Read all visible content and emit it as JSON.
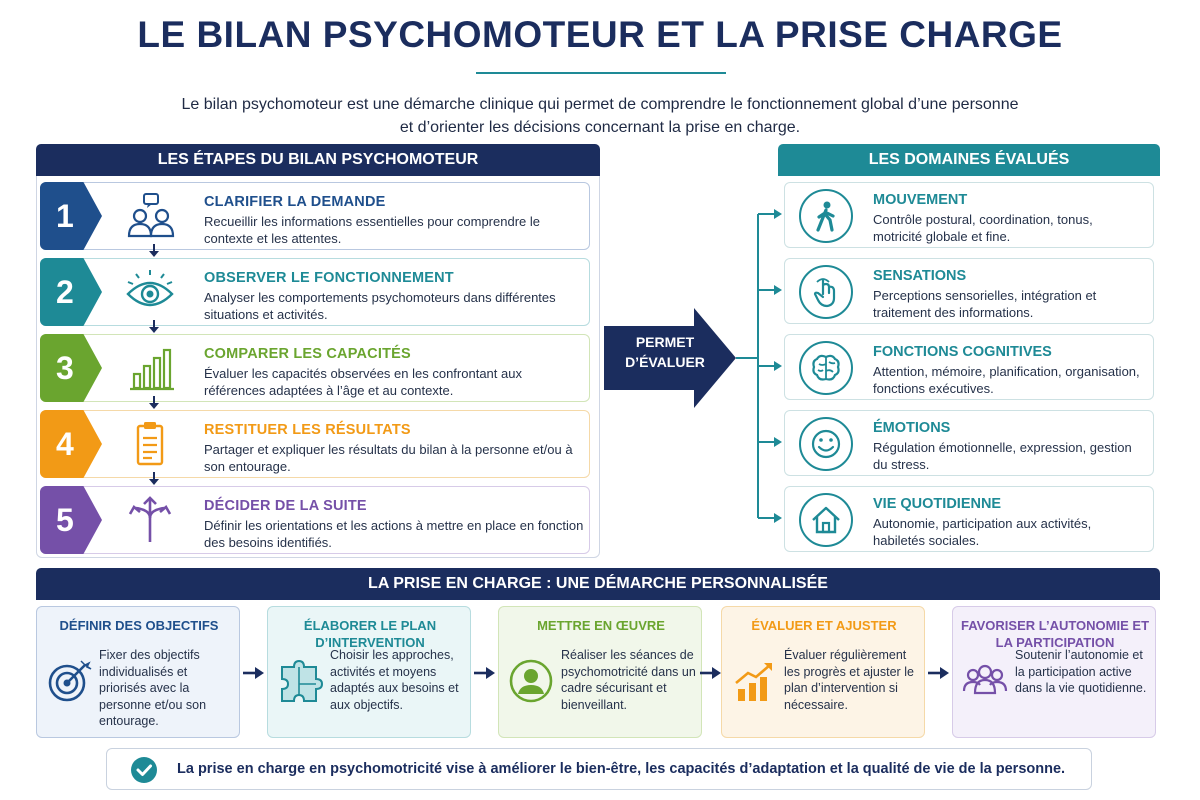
{
  "title": "LE BILAN PSYCHOMOTEUR ET LA PRISE  CHARGE",
  "intro": {
    "line1": "Le bilan psychomoteur est une démarche clinique qui permet de comprendre le fonctionnement global d’une personne",
    "line2": "et d’orienter les décisions concernant la prise en charge."
  },
  "colors": {
    "navy": "#1b2d5e",
    "teal": "#1e8a96",
    "blue": "#1f4f8c",
    "green": "#6aa52f",
    "orange": "#f29a16",
    "purple": "#7550a8"
  },
  "steps_panel": {
    "header": "LES ÉTAPES DU BILAN PSYCHOMOTEUR",
    "steps": [
      {
        "number": "1",
        "title": "CLARIFIER LA DEMANDE",
        "desc": "Recueillir les informations essentielles pour comprendre le contexte et les attentes.",
        "icon": "people-chat-icon"
      },
      {
        "number": "2",
        "title": "OBSERVER LE FONCTIONNEMENT",
        "desc": "Analyser les comportements psychomoteurs dans différentes situations et activités.",
        "icon": "eye-icon"
      },
      {
        "number": "3",
        "title": "COMPARER LES CAPACITÉS",
        "desc": "Évaluer les capacités observées en les confrontant aux références adaptées à l’âge et au contexte.",
        "icon": "bar-chart-icon"
      },
      {
        "number": "4",
        "title": "RESTITUER LES RÉSULTATS",
        "desc": "Partager et expliquer les résultats du bilan à la personne et/ou à son entourage.",
        "icon": "clipboard-icon"
      },
      {
        "number": "5",
        "title": "DÉCIDER DE LA SUITE",
        "desc": "Définir les orientations et les actions à mettre en place en fonction des besoins identifiés.",
        "icon": "split-arrows-icon"
      }
    ]
  },
  "connector": {
    "label_line1": "PERMET",
    "label_line2": "D’ÉVALUER"
  },
  "domains_panel": {
    "header": "LES DOMAINES ÉVALUÉS",
    "domains": [
      {
        "title": "MOUVEMENT",
        "desc": "Contrôle postural, coordination, tonus, motricité globale et fine.",
        "icon": "walking-person-icon"
      },
      {
        "title": "SENSATIONS",
        "desc": "Perceptions sensorielles, intégration et traitement des informations.",
        "icon": "touch-hand-icon"
      },
      {
        "title": "FONCTIONS COGNITIVES",
        "desc": "Attention, mémoire, planification, organisation, fonctions exécutives.",
        "icon": "brain-icon"
      },
      {
        "title": "ÉMOTIONS",
        "desc": "Régulation émotionnelle, expression, gestion du stress.",
        "icon": "smiley-icon"
      },
      {
        "title": "VIE QUOTIDIENNE",
        "desc": "Autonomie, participation aux activités, habiletés sociales.",
        "icon": "house-icon"
      }
    ]
  },
  "care_panel": {
    "header": "LA PRISE EN CHARGE : UNE DÉMARCHE PERSONNALISÉE",
    "stages": [
      {
        "title": "DÉFINIR DES OBJECTIFS",
        "desc": "Fixer des objectifs individualisés et priorisés avec la personne et/ou son entourage.",
        "icon": "target-icon"
      },
      {
        "title": "ÉLABORER LE PLAN D’INTERVENTION",
        "desc": "Choisir les approches, activités et moyens adaptés aux besoins et aux objectifs.",
        "icon": "puzzle-icon"
      },
      {
        "title": "METTRE EN ŒUVRE",
        "desc": "Réaliser les séances de psychomotricité dans un cadre sécurisant et bienveillant.",
        "icon": "person-circle-icon"
      },
      {
        "title": "ÉVALUER ET AJUSTER",
        "desc": "Évaluer régulièrement les progrès et ajuster le plan d’intervention si nécessaire.",
        "icon": "growth-chart-icon"
      },
      {
        "title": "FAVORISER L’AUTONOMIE ET LA PARTICIPATION",
        "desc": "Soutenir l’autonomie et la participation active dans la vie quotidienne.",
        "icon": "group-icon"
      }
    ]
  },
  "conclusion": "La prise en charge en psychomotricité vise à améliorer le bien-être, les capacités d’adaptation et la qualité de vie de la personne."
}
